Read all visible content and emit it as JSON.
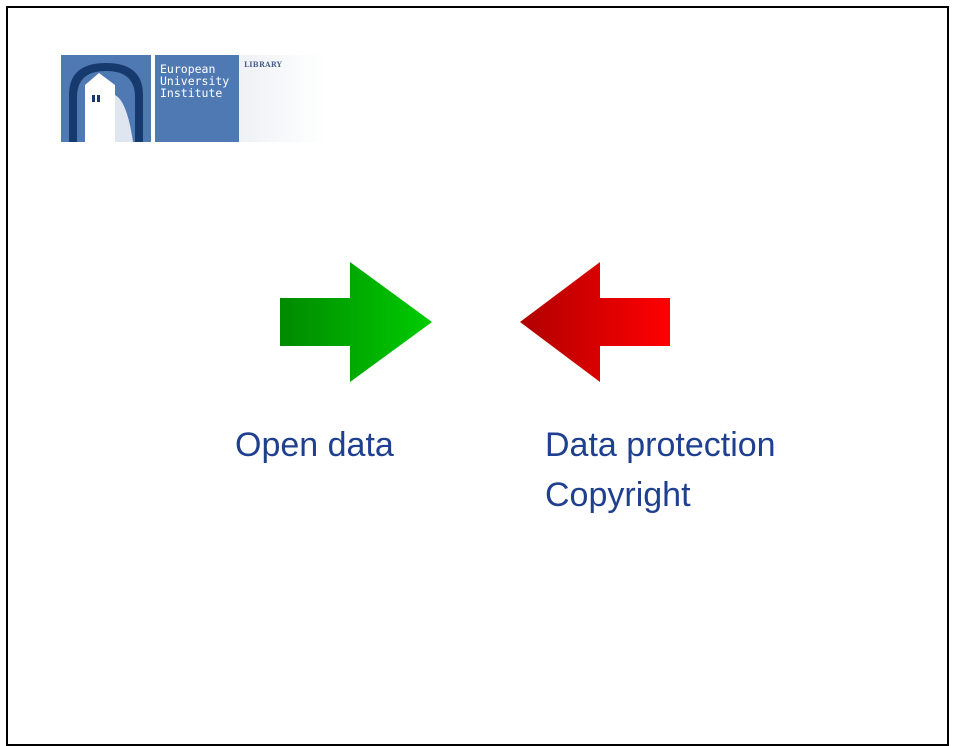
{
  "logo": {
    "name_lines": "European\nUniversity\nInstitute",
    "library_label": "LIBRARY",
    "brand_color": "#4f79b3"
  },
  "arrows": [
    {
      "name": "green-right-arrow",
      "direction": "right",
      "color": "#00bb00"
    },
    {
      "name": "red-left-arrow",
      "direction": "left",
      "color": "#e00000"
    }
  ],
  "labels": {
    "left": "Open data",
    "right_line1": "Data protection",
    "right_line2": "Copyright"
  }
}
